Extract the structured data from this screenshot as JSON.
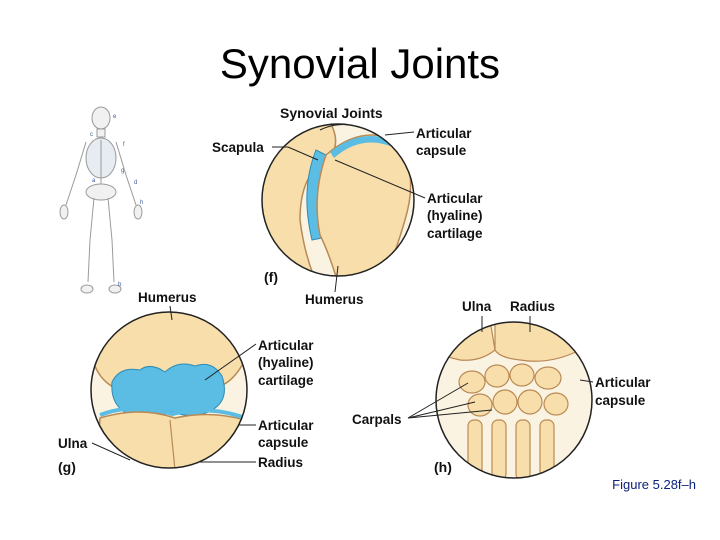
{
  "slide": {
    "title": "Synovial Joints",
    "caption": "Figure 5.28f–h"
  },
  "figure": {
    "heading": "Synovial Joints",
    "colors": {
      "bone": "#f7deaa",
      "bone_edge": "#b98a55",
      "cartilage": "#5bbde3",
      "ring": "#222222"
    },
    "panel_f": {
      "letter": "(f)",
      "labels": {
        "scapula": "Scapula",
        "capsule_line1": "Articular",
        "capsule_line2": "capsule",
        "cartilage_line1": "Articular",
        "cartilage_line2": "(hyaline)",
        "cartilage_line3": "cartilage",
        "humerus": "Humerus"
      }
    },
    "panel_g": {
      "letter": "(g)",
      "labels": {
        "humerus": "Humerus",
        "cartilage_line1": "Articular",
        "cartilage_line2": "(hyaline)",
        "cartilage_line3": "cartilage",
        "capsule_line1": "Articular",
        "capsule_line2": "capsule",
        "radius": "Radius",
        "ulna": "Ulna"
      }
    },
    "panel_h": {
      "letter": "(h)",
      "labels": {
        "ulna": "Ulna",
        "radius": "Radius",
        "carpals": "Carpals",
        "capsule_line1": "Articular",
        "capsule_line2": "capsule"
      }
    },
    "skeleton_markers": [
      "e",
      "c",
      "f",
      "g",
      "a",
      "d",
      "h",
      "b"
    ]
  }
}
